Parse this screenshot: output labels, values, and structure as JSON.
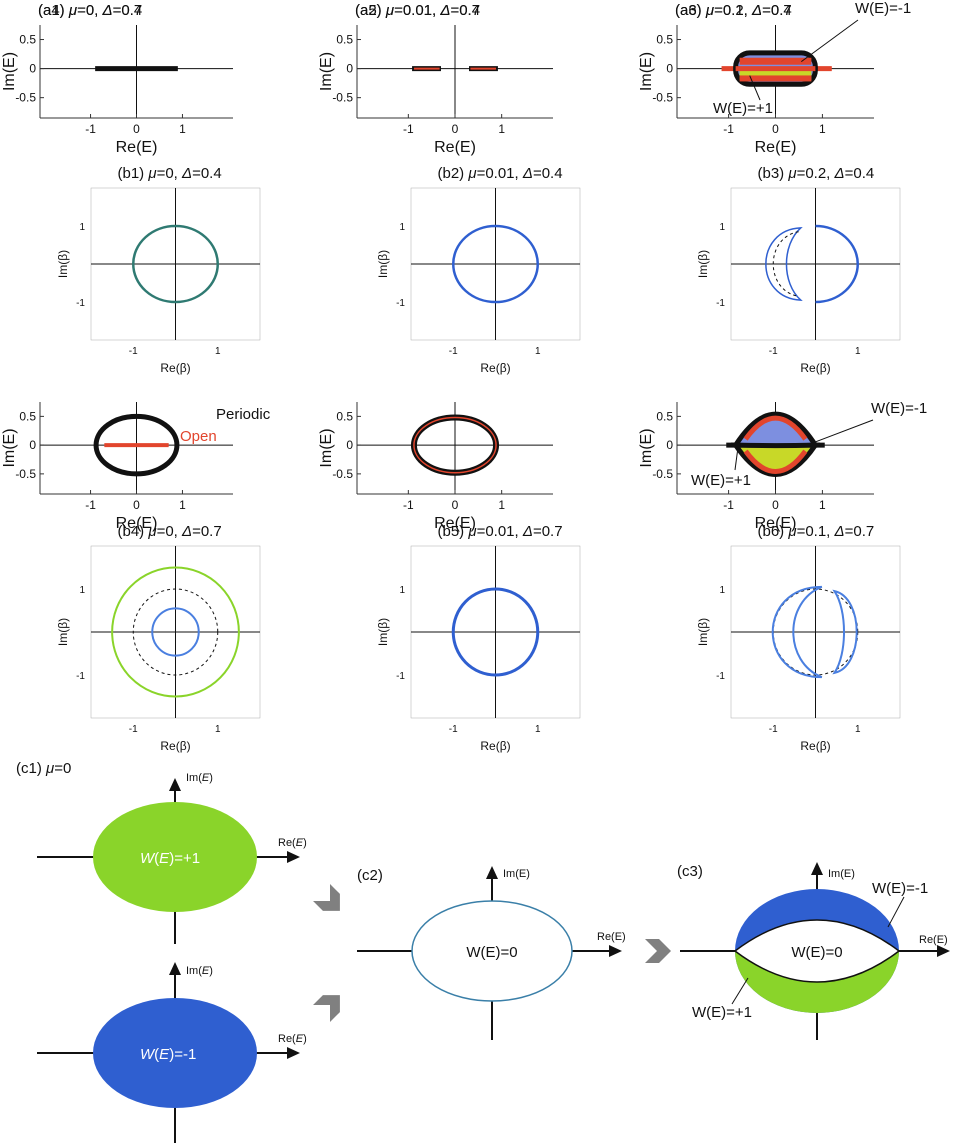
{
  "colors": {
    "black": "#111111",
    "red": "#e2452d",
    "blue": "#2f5fd0",
    "lightblue": "#4a7fe0",
    "green": "#8ad42a",
    "teal": "#2f7a72",
    "yellow": "#c8d828",
    "periwinkle": "#7d8fe0",
    "gray": "#808080",
    "white": "#ffffff"
  },
  "chart_data": [
    {
      "id": "a1",
      "type": "scatter",
      "panel_label": "(a1)",
      "title_rest": "=0, ",
      "title_mu": "μ",
      "title_delta": "Δ",
      "title_delta_val": "=0.4",
      "xlabel": "Re(E)",
      "ylabel": "Im(E)",
      "x_ticks": [
        "-1",
        "0",
        "1"
      ],
      "y_ticks": [
        "0.5",
        "0",
        "-0.5"
      ],
      "xlim": [
        -2.1,
        2.1
      ],
      "ylim": [
        -0.85,
        0.75
      ],
      "spectrum": {
        "open_segments": [
          [
            -0.9,
            0.9
          ]
        ],
        "periodic": "none"
      }
    },
    {
      "id": "a2",
      "type": "scatter",
      "panel_label": "(a2)",
      "title_rest": "=0.01, ",
      "title_mu": "μ",
      "title_delta": "Δ",
      "title_delta_val": "=0.4",
      "xlabel": "Re(E)",
      "ylabel": "Im(E)",
      "x_ticks": [
        "-1",
        "0",
        "1"
      ],
      "y_ticks": [
        "0.5",
        "0",
        "-0.5"
      ],
      "xlim": [
        -2.1,
        2.1
      ],
      "ylim": [
        -0.85,
        0.75
      ],
      "spectrum": {
        "open_segments": [
          [
            -0.92,
            -0.3
          ],
          [
            0.3,
            0.92
          ]
        ]
      }
    },
    {
      "id": "a3",
      "type": "scatter",
      "panel_label": "(a3)",
      "title_rest": "=0.2, ",
      "title_mu": "μ",
      "title_delta": "Δ",
      "title_delta_val": "=0.4",
      "xlabel": "Re(E)",
      "ylabel": "Im(E)",
      "x_ticks": [
        "-1",
        "0",
        "1"
      ],
      "y_ticks": [
        "0.5",
        "0",
        "-0.5"
      ],
      "xlim": [
        -2.1,
        2.1
      ],
      "ylim": [
        -0.85,
        0.75
      ],
      "annotations": [
        "W(E)=-1",
        "W(E)=+1"
      ],
      "spectrum": {
        "periodic_loop": {
          "re_range": [
            -0.85,
            0.85
          ],
          "im_range": [
            -0.25,
            0.25
          ]
        },
        "open_segment": [
          -1.1,
          1.15
        ]
      }
    },
    {
      "id": "b1",
      "type": "line",
      "panel_label": "(b1)",
      "title_rest": "=0, ",
      "title_mu": "μ",
      "title_delta": "Δ",
      "title_delta_val": "=0.4",
      "xlabel": "Re(β)",
      "ylabel": "Im(β)",
      "x_ticks": [
        "-1",
        "1"
      ],
      "y_ticks": [
        "1",
        "-1"
      ],
      "xlim": [
        -2,
        2
      ],
      "ylim": [
        -2,
        2
      ],
      "curves": [
        {
          "kind": "circle",
          "r": 1.0,
          "color": "teal"
        }
      ]
    },
    {
      "id": "b2",
      "type": "line",
      "panel_label": "(b2)",
      "title_rest": "=0.01, ",
      "title_mu": "μ",
      "title_delta": "Δ",
      "title_delta_val": "=0.4",
      "xlabel": "Re(β)",
      "ylabel": "Im(β)",
      "x_ticks": [
        "-1",
        "1"
      ],
      "y_ticks": [
        "1",
        "-1"
      ],
      "xlim": [
        -2,
        2
      ],
      "ylim": [
        -2,
        2
      ],
      "curves": [
        {
          "kind": "circle",
          "r": 1.0,
          "color": "blue"
        }
      ]
    },
    {
      "id": "b3",
      "type": "line",
      "panel_label": "(b3)",
      "title_rest": "=0.2, ",
      "title_mu": "μ",
      "title_delta": "Δ",
      "title_delta_val": "=0.4",
      "xlabel": "Re(β)",
      "ylabel": "Im(β)",
      "x_ticks": [
        "-1",
        "1"
      ],
      "y_ticks": [
        "1",
        "-1"
      ],
      "xlim": [
        -2,
        2
      ],
      "ylim": [
        -2,
        2
      ],
      "curves": [
        {
          "kind": "arc",
          "r": 1.0,
          "from_deg": -90,
          "to_deg": 90,
          "color": "blue"
        },
        {
          "kind": "crescent",
          "side": "left",
          "color": "blue"
        },
        {
          "kind": "dashed_arc",
          "side": "left",
          "color": "black"
        }
      ]
    },
    {
      "id": "a4",
      "type": "line",
      "panel_label": "(a4)",
      "title_rest": "=0, ",
      "title_mu": "μ",
      "title_delta": "Δ",
      "title_delta_val": "=0.7",
      "xlabel": "Re(E)",
      "ylabel": "Im(E)",
      "x_ticks": [
        "-1",
        "0",
        "1"
      ],
      "y_ticks": [
        "0.5",
        "0",
        "-0.5"
      ],
      "xlim": [
        -2.1,
        2.1
      ],
      "ylim": [
        -0.85,
        0.75
      ],
      "annotations": [
        "Periodic",
        "Open"
      ],
      "spectrum": {
        "periodic_ellipse": {
          "a": 0.88,
          "b": 0.5
        },
        "open_segment": [
          -0.7,
          0.7
        ]
      }
    },
    {
      "id": "a5",
      "type": "line",
      "panel_label": "(a5)",
      "title_rest": "=0.01, ",
      "title_mu": "μ",
      "title_delta": "Δ",
      "title_delta_val": "=0.7",
      "xlabel": "Re(E)",
      "ylabel": "Im(E)",
      "x_ticks": [
        "-1",
        "0",
        "1"
      ],
      "y_ticks": [
        "0.5",
        "0",
        "-0.5"
      ],
      "xlim": [
        -2.1,
        2.1
      ],
      "ylim": [
        -0.85,
        0.75
      ],
      "spectrum": {
        "periodic_ellipse": {
          "a": 0.88,
          "b": 0.48
        }
      }
    },
    {
      "id": "a6",
      "type": "line",
      "panel_label": "(a6)",
      "title_rest": "=0.1, ",
      "title_mu": "μ",
      "title_delta": "Δ",
      "title_delta_val": "=0.7",
      "xlabel": "Re(E)",
      "ylabel": "Im(E)",
      "x_ticks": [
        "-1",
        "0",
        "1"
      ],
      "y_ticks": [
        "0.5",
        "0",
        "-0.5"
      ],
      "xlim": [
        -2.1,
        2.1
      ],
      "ylim": [
        -0.85,
        0.75
      ],
      "annotations": [
        "W(E)=-1",
        "W(E)=+1"
      ],
      "spectrum": {
        "upper_lens": true,
        "lower_lens": true,
        "open_segment": [
          -1.05,
          1.05
        ]
      }
    },
    {
      "id": "b4",
      "type": "line",
      "panel_label": "(b4)",
      "title_rest": "=0, ",
      "title_mu": "μ",
      "title_delta": "Δ",
      "title_delta_val": "=0.7",
      "xlabel": "Re(β)",
      "ylabel": "Im(β)",
      "x_ticks": [
        "-1",
        "1"
      ],
      "y_ticks": [
        "1",
        "-1"
      ],
      "xlim": [
        -2,
        2
      ],
      "ylim": [
        -2,
        2
      ],
      "curves": [
        {
          "kind": "circle",
          "r": 1.5,
          "color": "green"
        },
        {
          "kind": "dashed_circle",
          "r": 1.0,
          "color": "black"
        },
        {
          "kind": "circle",
          "r": 0.55,
          "color": "lightblue"
        }
      ]
    },
    {
      "id": "b5",
      "type": "line",
      "panel_label": "(b5)",
      "title_rest": "=0.01, ",
      "title_mu": "μ",
      "title_delta": "Δ",
      "title_delta_val": "=0.7",
      "xlabel": "Re(β)",
      "ylabel": "Im(β)",
      "x_ticks": [
        "-1",
        "1"
      ],
      "y_ticks": [
        "1",
        "-1"
      ],
      "xlim": [
        -2,
        2
      ],
      "ylim": [
        -2,
        2
      ],
      "curves": [
        {
          "kind": "circle",
          "r": 1.0,
          "color": "blue"
        }
      ]
    },
    {
      "id": "b6",
      "type": "line",
      "panel_label": "(b6)",
      "title_rest": "=0.1, ",
      "title_mu": "μ",
      "title_delta": "Δ",
      "title_delta_val": "=0.7",
      "xlabel": "Re(β)",
      "ylabel": "Im(β)",
      "x_ticks": [
        "-1",
        "1"
      ],
      "y_ticks": [
        "1",
        "-1"
      ],
      "xlim": [
        -2,
        2
      ],
      "ylim": [
        -2,
        2
      ],
      "curves": [
        {
          "kind": "crescent",
          "side": "left",
          "color": "lightblue"
        },
        {
          "kind": "crescent",
          "side": "right",
          "color": "lightblue"
        },
        {
          "kind": "dashed_circle",
          "r": 1.0,
          "color": "black"
        }
      ]
    }
  ],
  "schematic": {
    "c1_label": "(c1)",
    "c1_mu": "μ",
    "c1_mu_val": "=0",
    "c2_label": "(c2)",
    "c3_label": "(c3)",
    "im_axis_italic": "Im(",
    "re_axis_italic": "Re(",
    "axis_E": "E",
    "axis_close": ")",
    "im_axis": "Im(E)",
    "re_axis": "Re(E)",
    "w_plus_italic": "=+1",
    "w_minus_italic": "=-1",
    "w_italic_prefix": "W",
    "w_italic_E": "E",
    "w_zero": "W(E)=0",
    "w_minus": "W(E)=-1",
    "w_plus": "W(E)=+1"
  }
}
